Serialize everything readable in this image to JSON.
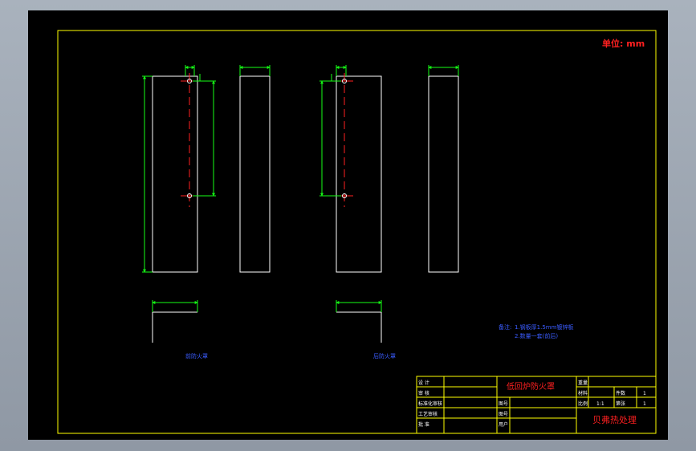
{
  "unit_label": "单位: mm",
  "views": {
    "left_label": "前防火罩",
    "right_label": "后防火罩"
  },
  "notes": {
    "heading": "备注:",
    "line1": "1.钢板厚1.5mm镀锌板",
    "line2": "2.数量一套(前后)"
  },
  "title_block": {
    "part_name": "低回炉防火罩",
    "company": "贝弗热处理",
    "scale": "1:1",
    "quantity": "1",
    "sheet": "1",
    "row_design": "设 计",
    "row_check": "审 核",
    "row_std": "标准化审核",
    "row_process": "工艺审核",
    "row_approve": "批 准",
    "code_label": "图号",
    "drawing_label": "图号",
    "weight_label": "重量",
    "material_label": "材料",
    "scale_label": "比例",
    "count_label": "件数",
    "sheet_label": "第张",
    "user_label": "用户"
  },
  "colors": {
    "frame": "#ffff00",
    "geometry": "#ffffff",
    "dimension": "#16ff16",
    "centerline": "#ff2020",
    "text_note": "#3a5cff"
  }
}
